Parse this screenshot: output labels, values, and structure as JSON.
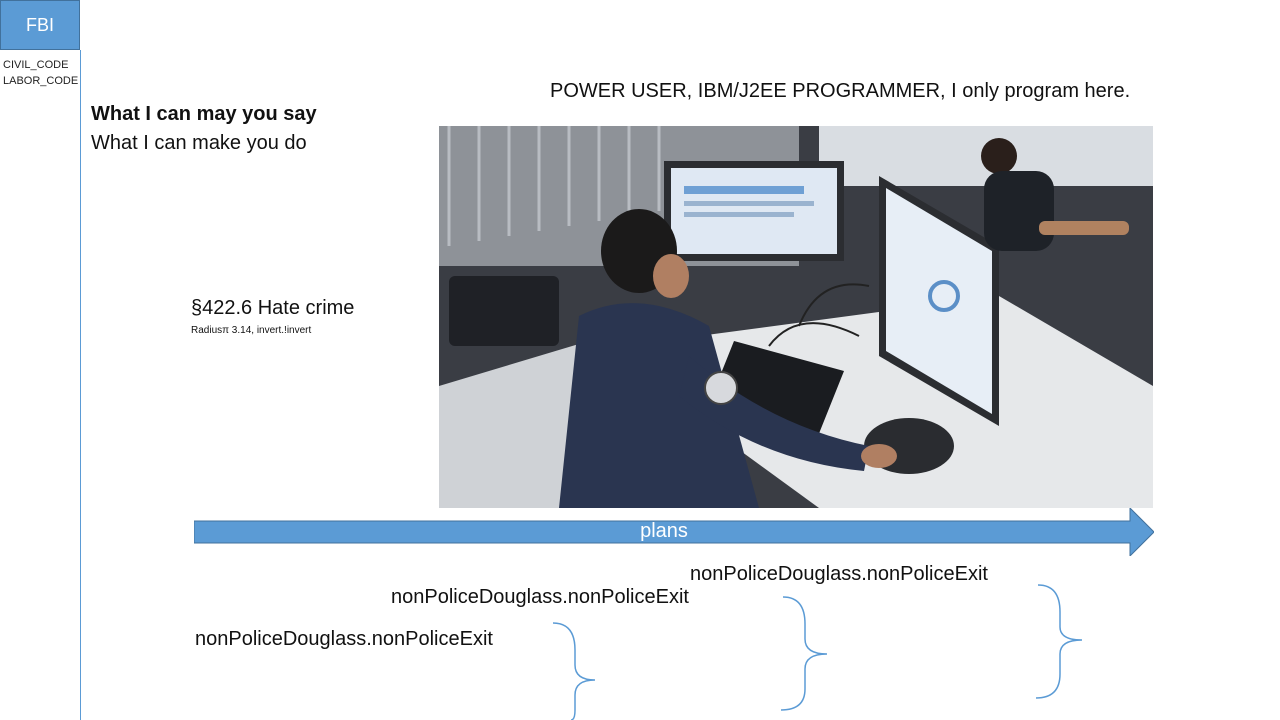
{
  "sidebar": {
    "badge": "FBI",
    "codes": [
      "CIVIL_CODE",
      "LABOR_CODE"
    ]
  },
  "header": {
    "line": "POWER USER, IBM/J2EE PROGRAMMER, I only program here."
  },
  "intro": {
    "bold": "What I can may you say",
    "normal": "What I can make you do"
  },
  "section": {
    "title": "§422.6 Hate crime",
    "subtitle": "Radiusπ 3.14, invert.!invert"
  },
  "arrow": {
    "label": "plans",
    "color": "#5b9bd5"
  },
  "references": [
    "nonPoliceDouglass.nonPoliceExit",
    "nonPoliceDouglass.nonPoliceExit",
    "nonPoliceDouglass.nonPoliceExit"
  ],
  "colors": {
    "accent": "#5b9bd5",
    "accent_border": "#41719c"
  }
}
